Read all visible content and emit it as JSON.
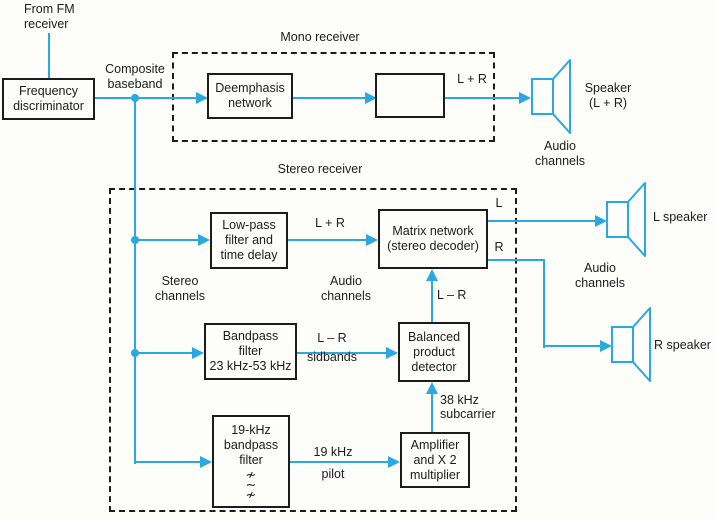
{
  "colors": {
    "signal": "#2aa9e0",
    "ink": "#1c1c1c",
    "paper": "#fdfdfa"
  },
  "input": {
    "source_label": "From FM\nreceiver",
    "discriminator_block": "Frequency\ndiscriminator",
    "signal_label": "Composite\nbaseband"
  },
  "mono": {
    "title": "Mono receiver",
    "deemphasis_block": "Deemphasis\nnetwork",
    "output_label": "L + R",
    "speaker_label": "Speaker\n(L + R)",
    "audio_label": "Audio\nchannels"
  },
  "stereo": {
    "title": "Stereo receiver",
    "lowpass_block": "Low-pass\nfilter and\ntime delay",
    "stereo_channels_label": "Stereo\nchannels",
    "sum_label": "L + R",
    "audio_left_label": "Audio\nchannels",
    "matrix_block": "Matrix network\n(stereo decoder)",
    "out_l_label": "L",
    "out_r_label": "R",
    "l_speaker_label": "L speaker",
    "r_speaker_label": "R speaker",
    "audio_right_label": "Audio\nchannels",
    "bandpass_block": "Bandpass\nfilter\n23 kHz-53 kHz",
    "diff_sidebands_label": "L – R\nsidbands",
    "balanced_block": "Balanced\nproduct\ndetector",
    "diff_label": "L – R",
    "subcarrier_label": "38 kHz\nsubcarrier",
    "amplifier_block": "Amplifier\nand X 2\nmultiplier",
    "pilot_filter_block": "19-kHz\nbandpass\nfilter",
    "pilot_filter_symbol": "≁\n∼\n≁",
    "pilot_label": "19 kHz\npilot"
  }
}
